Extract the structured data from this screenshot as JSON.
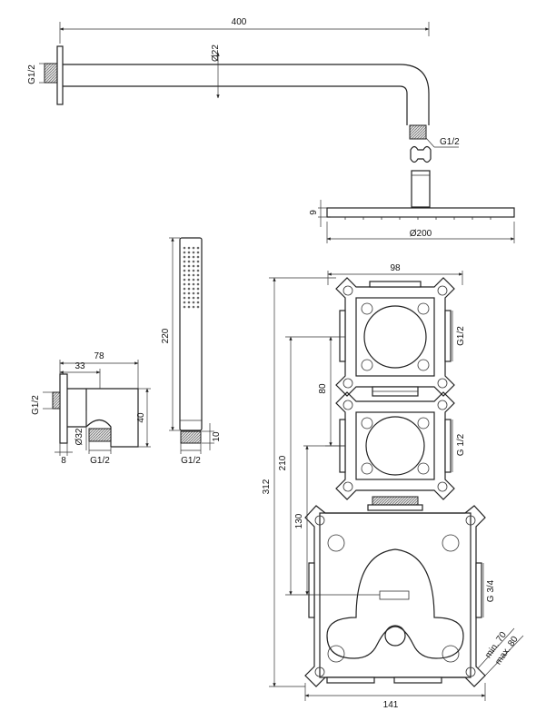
{
  "dims": {
    "arm_length": "400",
    "arm_diameter": "Ø22",
    "arm_wall_thread": "G1/2",
    "arm_outlet_thread": "G1/2",
    "head_thickness": "9",
    "head_diameter": "Ø200",
    "outlet_elbow_length": "78",
    "outlet_elbow_offset": "33",
    "outlet_elbow_height": "40",
    "outlet_elbow_diameter": "Ø32",
    "outlet_elbow_thread": "G1/2",
    "outlet_elbow_depth": "8",
    "outlet_elbow_wall_thread": "G1/2",
    "hand_shower_length": "220",
    "hand_shower_thread": "G1/2",
    "hand_shower_neck": "10",
    "body_width_top": "98",
    "body_port_1": "G1/2",
    "body_port_2": "G 1/2",
    "body_spacing": "80",
    "body_total_height": "312",
    "body_height_210": "210",
    "body_height_130": "130",
    "body_inlet": "G 3/4",
    "body_depth_min": "min. 70",
    "body_depth_max": "max. 80",
    "body_width_bottom": "141"
  }
}
